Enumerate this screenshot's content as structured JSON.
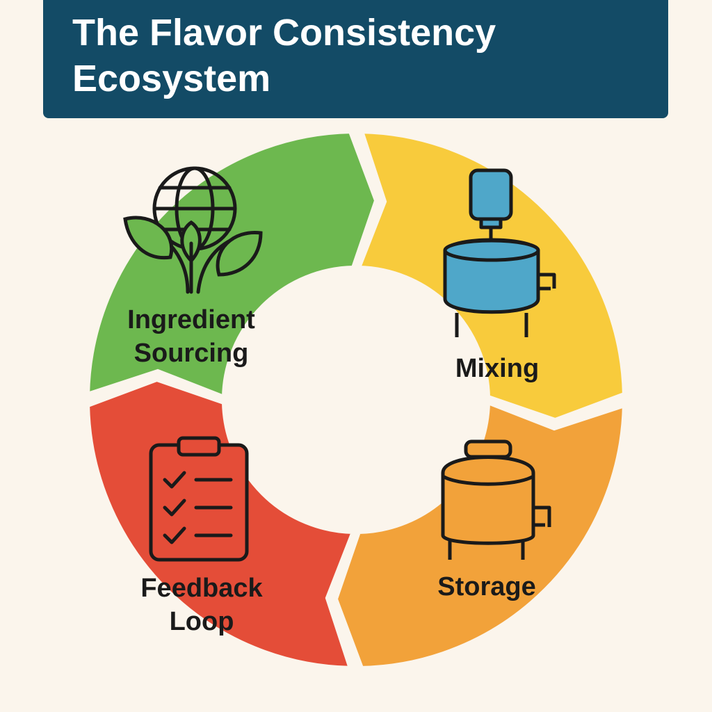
{
  "header": {
    "title": "The Flavor Consistency Ecosystem"
  },
  "stages": [
    {
      "label": "Ingredient Sourcing",
      "icon": "globe-leaves-icon",
      "color": "#6DB84F"
    },
    {
      "label": "Mixing",
      "icon": "mixer-tank-icon",
      "color": "#F8CB3C"
    },
    {
      "label": "Storage",
      "icon": "storage-tank-icon",
      "color": "#F2A23A"
    },
    {
      "label": "Feedback Loop",
      "icon": "clipboard-checklist-icon",
      "color": "#E44D38"
    }
  ],
  "colors": {
    "background": "#FBF5EC",
    "header": "#134B66"
  }
}
